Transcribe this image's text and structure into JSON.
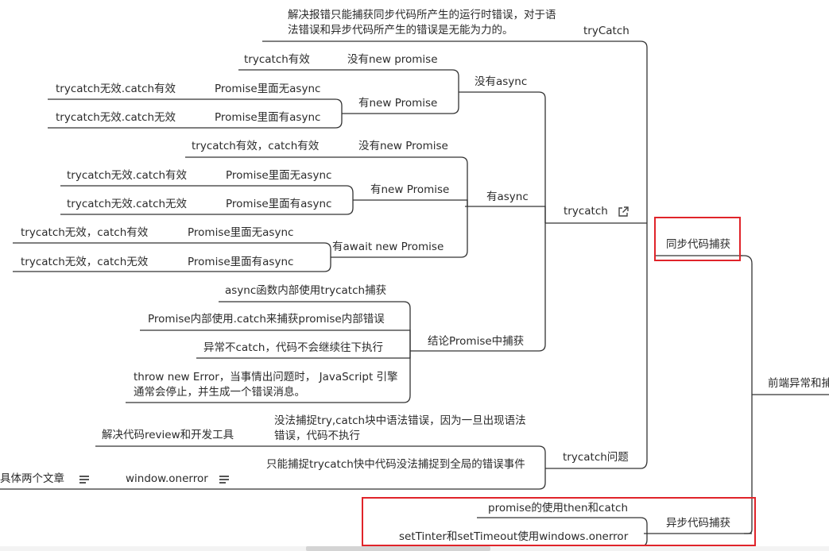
{
  "nodes": {
    "root": "前端异常和捕",
    "sync": "同步代码捕获",
    "async_capture": "异步代码捕获",
    "trycatch_top": "tryCatch",
    "trycatch_top_desc": "解决报错只能捕获同步代码所产生的运行时错误，对于语法错误和异步代码所产生的错误是无能为力的。",
    "trycatch": "trycatch",
    "no_async": "没有async",
    "no_async_no_promise": "没有new promise",
    "no_async_no_promise_result": "trycatch有效",
    "no_async_has_promise": "有new Promise",
    "no_async_promise_no_async": "Promise里面无async",
    "no_async_promise_no_async_result": "trycatch无效.catch有效",
    "no_async_promise_has_async": "Promise里面有async",
    "no_async_promise_has_async_result": "trycatch无效.catch无效",
    "has_async": "有async",
    "has_async_no_promise": "没有new Promise",
    "has_async_no_promise_result": "trycatch有效，catch有效",
    "has_async_has_promise": "有new Promise",
    "has_async_promise_no_async": "Promise里面无async",
    "has_async_promise_no_async_result": "trycatch无效.catch有效",
    "has_async_promise_has_async": "Promise里面有async",
    "has_async_promise_has_async_result": "trycatch无效.catch无效",
    "await_promise": "有await  new  Promise",
    "await_no_async": "Promise里面无async",
    "await_no_async_result": "trycatch无效，catch有效",
    "await_has_async": "Promise里面有async",
    "await_has_async_result": "trycatch无效，catch无效",
    "conclusion": "结论Promise中捕获",
    "conclusion_1": "async函数内部使用trycatch捕获",
    "conclusion_2": "Promise内部使用.catch来捕获promise内部错误",
    "conclusion_3": "异常不catch，代码不会继续往下执行",
    "conclusion_4": "throw new Error，当事情出问题时， JavaScript 引擎通常会停止，并生成一个错误消息。",
    "trycatch_problem": "trycatch问题",
    "problem_syntax": "没法捕捉try,catch块中语法错误，因为一旦出现语法错误，代码不执行",
    "problem_syntax_solution": "解决代码review和开发工具",
    "problem_global": "只能捕捉trycatch快中代码没法捕捉到全局的错误事件",
    "window_onerror": "window.onerror",
    "two_articles": "具体两个文章",
    "async_promise": "promise的使用then和catch",
    "async_timer": "setTinter和setTimeout使用windows.onerror"
  },
  "icons": [
    "external-link-icon",
    "note-icon",
    "note-icon"
  ],
  "colors": {
    "line": "#333333",
    "highlight": "#e0242a",
    "text": "#2b2b2b"
  }
}
